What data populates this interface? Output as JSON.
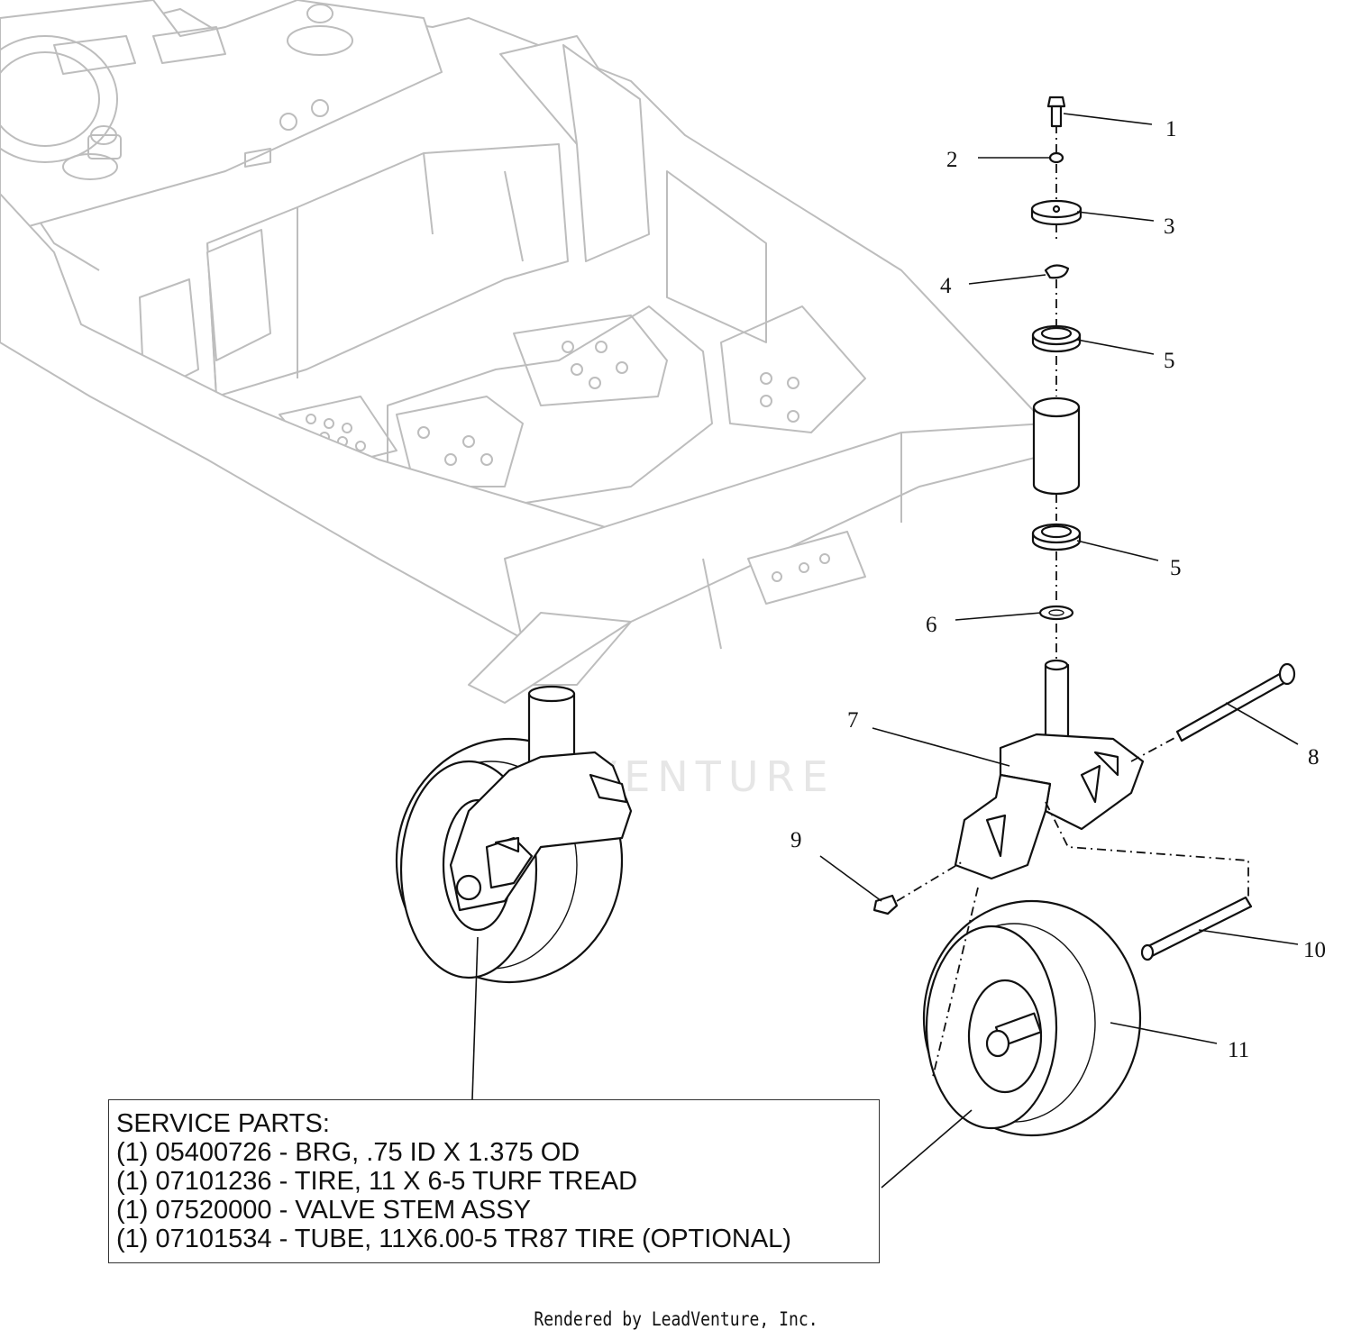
{
  "callouts": [
    {
      "id": "c1",
      "label": "1"
    },
    {
      "id": "c2",
      "label": "2"
    },
    {
      "id": "c3",
      "label": "3"
    },
    {
      "id": "c4",
      "label": "4"
    },
    {
      "id": "c5a",
      "label": "5"
    },
    {
      "id": "c5b",
      "label": "5"
    },
    {
      "id": "c6",
      "label": "6"
    },
    {
      "id": "c7",
      "label": "7"
    },
    {
      "id": "c8",
      "label": "8"
    },
    {
      "id": "c9",
      "label": "9"
    },
    {
      "id": "c10",
      "label": "10"
    },
    {
      "id": "c11",
      "label": "11"
    }
  ],
  "service_parts": {
    "heading": "SERVICE PARTS:",
    "lines": [
      "(1) 05400726 - BRG, .75 ID X 1.375 OD",
      "(1) 07101236 - TIRE, 11 X 6-5 TURF TREAD",
      "(1) 07520000 - VALVE STEM ASSY",
      "(1) 07101534 - TUBE, 11X6.00-5 TR87 TIRE (OPTIONAL)"
    ]
  },
  "watermark": "LEADVENTURE",
  "footer": "Rendered by LeadVenture, Inc."
}
